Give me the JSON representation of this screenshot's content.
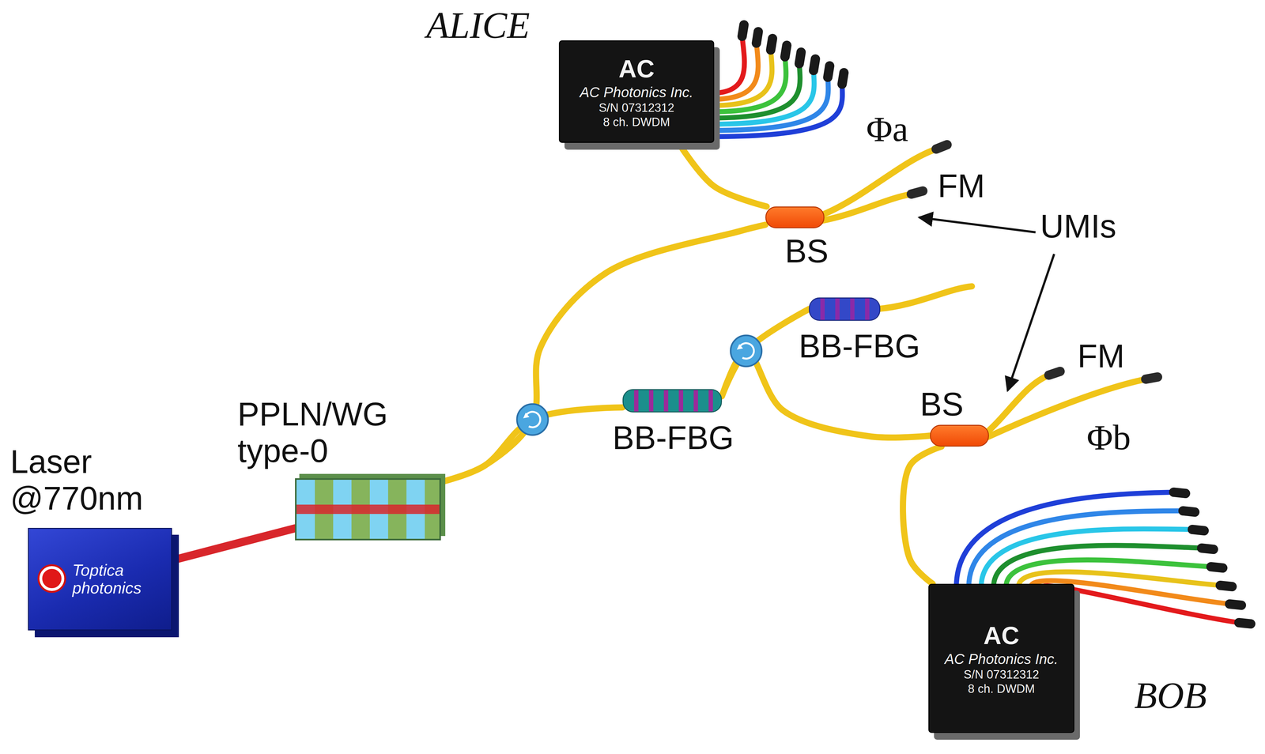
{
  "diagram": {
    "nodes": [
      {
        "text": [
          "Laser @770nm",
          "Toptica photonics"
        ]
      },
      {
        "text": [
          "PPLN/WG type-0"
        ]
      },
      {
        "text": [
          "BB-FBG"
        ]
      },
      {
        "text": [
          "BB-FBG"
        ]
      },
      {
        "text": [
          "BS"
        ]
      },
      {
        "text": [
          "ALICE",
          "AC",
          "AC Photonics Inc.",
          "S/N 07312312",
          "8 ch. DWDM"
        ]
      },
      {
        "text": [
          "BS"
        ]
      },
      {
        "text": [
          "BOB",
          "AC",
          "AC Photonics Inc.",
          "S/N 07312312",
          "8 ch. DWDM"
        ]
      }
    ],
    "edges": [
      {
        "from": 0,
        "to": 1,
        "arrow": "none"
      },
      {
        "from": 1,
        "to": 2,
        "arrow": "none"
      },
      {
        "from": 1,
        "to": 4,
        "arrow": "none"
      },
      {
        "from": 2,
        "to": 3,
        "arrow": "none"
      },
      {
        "from": 2,
        "to": 6,
        "arrow": "none"
      },
      {
        "from": 4,
        "to": 5,
        "arrow": "none"
      },
      {
        "from": 6,
        "to": 7,
        "arrow": "none"
      }
    ],
    "labels": [
      "Φa",
      "FM",
      "UMIs",
      "FM",
      "Φb"
    ]
  }
}
